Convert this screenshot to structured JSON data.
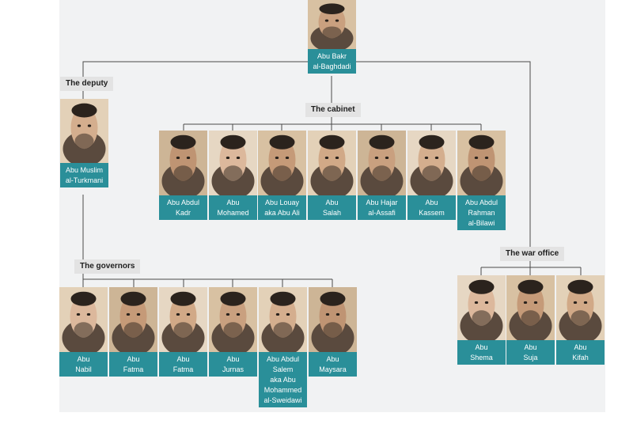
{
  "colors": {
    "label_bg": "#2a8f99",
    "label_text": "#ffffff",
    "panel_bg": "#f1f2f3",
    "group_label_bg": "#e3e3e3",
    "connector": "#4a4a4a"
  },
  "leader": {
    "name": "Abu Bakr\nal-Baghdadi",
    "icon": "portrait-photo"
  },
  "deputy": {
    "group_label": "The deputy",
    "members": [
      {
        "name": "Abu Muslim\nal-Turkmani",
        "icon": "portrait-photo"
      }
    ]
  },
  "cabinet": {
    "group_label": "The cabinet",
    "members": [
      {
        "name": "Abu Abdul\nKadr",
        "icon": "portrait-photo"
      },
      {
        "name": "Abu\nMohamed",
        "icon": "portrait-photo"
      },
      {
        "name": "Abu Louay\naka Abu Ali",
        "icon": "portrait-photo"
      },
      {
        "name": "Abu\nSalah",
        "icon": "portrait-photo"
      },
      {
        "name": "Abu Hajar\nal-Assafi",
        "icon": "portrait-photo"
      },
      {
        "name": "Abu\nKassem",
        "icon": "portrait-photo"
      },
      {
        "name": "Abu Abdul\nRahman\nal-Bilawi",
        "icon": "portrait-photo"
      }
    ]
  },
  "governors": {
    "group_label": "The governors",
    "members": [
      {
        "name": "Abu\nNabil",
        "icon": "portrait-photo"
      },
      {
        "name": "Abu\nFatma",
        "icon": "portrait-photo"
      },
      {
        "name": "Abu\nFatma",
        "icon": "portrait-photo"
      },
      {
        "name": "Abu\nJurnas",
        "icon": "portrait-photo"
      },
      {
        "name": "Abu Abdul\nSalem\naka Abu\nMohammed\nal-Sweidawi",
        "icon": "portrait-photo"
      },
      {
        "name": "Abu\nMaysara",
        "icon": "portrait-photo"
      }
    ]
  },
  "war_office": {
    "group_label": "The war office",
    "members": [
      {
        "name": "Abu\nShema",
        "icon": "portrait-photo"
      },
      {
        "name": "Abu\nSuja",
        "icon": "portrait-photo"
      },
      {
        "name": "Abu\nKifah",
        "icon": "portrait-photo"
      }
    ]
  }
}
